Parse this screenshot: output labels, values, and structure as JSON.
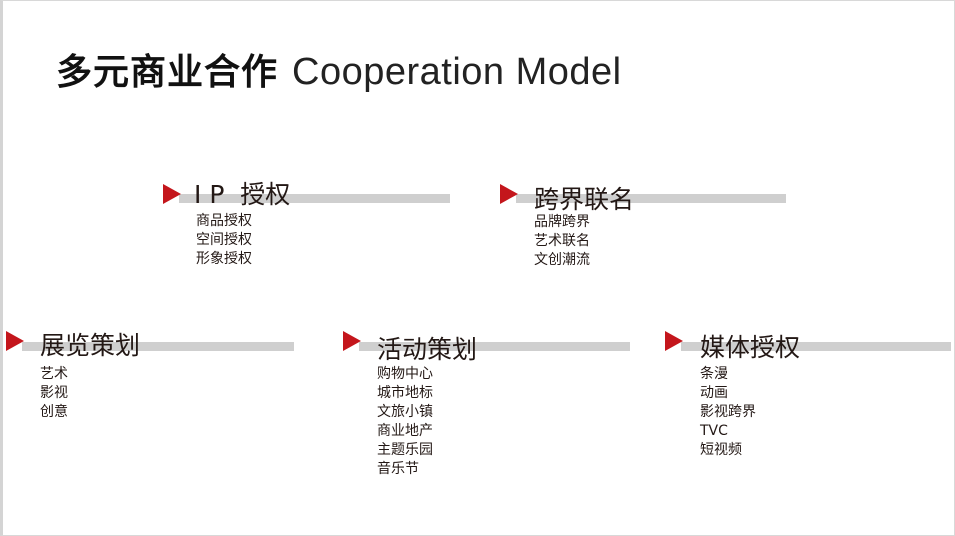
{
  "title": {
    "cn": "多元商业合作",
    "en": "Cooperation Model"
  },
  "blocks": [
    {
      "heading": "I P  授权",
      "items": [
        "商品授权",
        "空间授权",
        "形象授权"
      ]
    },
    {
      "heading": "跨界联名",
      "items": [
        "品牌跨界",
        "艺术联名",
        "文创潮流"
      ]
    },
    {
      "heading": "展览策划",
      "items": [
        "艺术",
        "影视",
        "创意"
      ]
    },
    {
      "heading": "活动策划",
      "items": [
        "购物中心",
        "城市地标",
        "文旅小镇",
        "商业地产",
        "主题乐园",
        "音乐节"
      ]
    },
    {
      "heading": "媒体授权",
      "items": [
        "条漫",
        "动画",
        "影视跨界",
        "TVC",
        "短视频"
      ]
    }
  ],
  "colors": {
    "accent": "#c4161c",
    "bar": "#cfcfcf"
  }
}
